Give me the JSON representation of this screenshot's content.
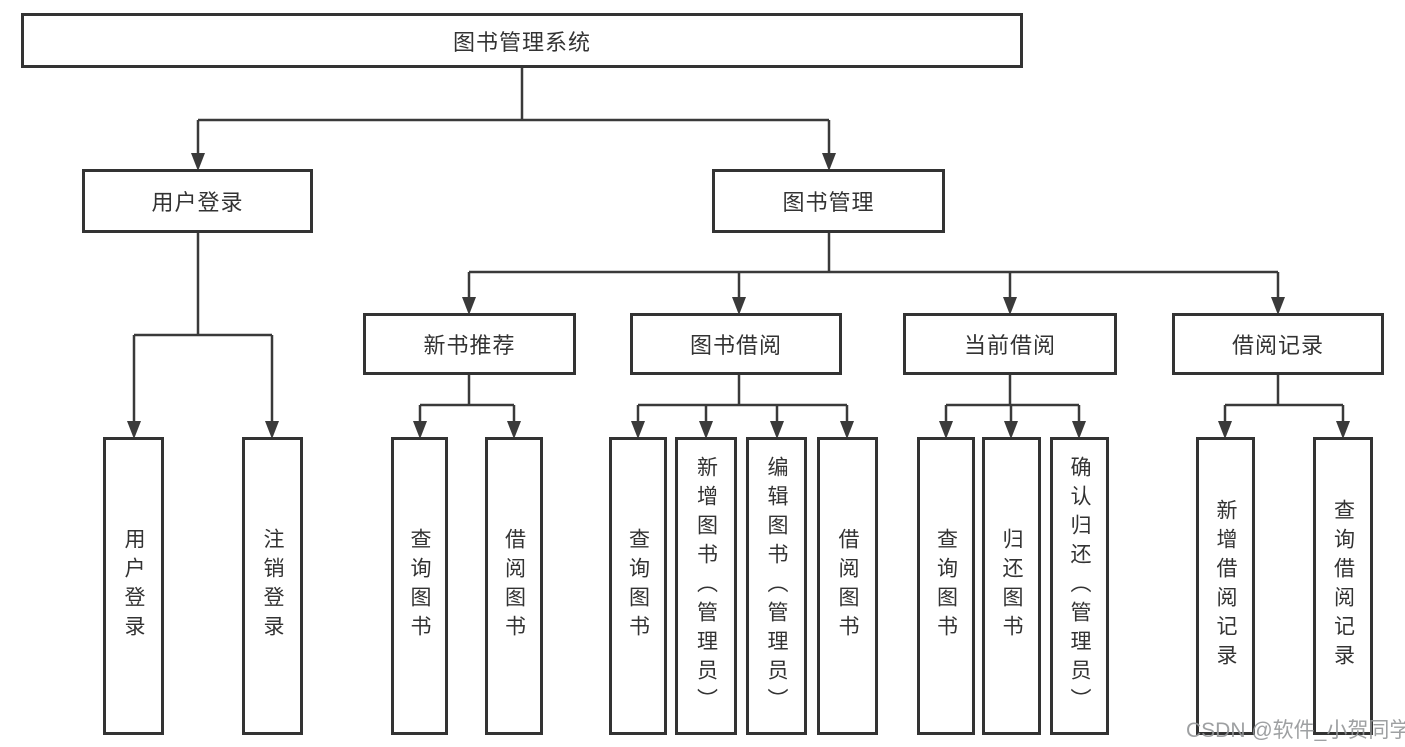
{
  "diagram": {
    "title": "图书管理系统",
    "nodes": {
      "root": "图书管理系统",
      "user_login": "用户登录",
      "book_mgmt": "图书管理",
      "new_book_rec": "新书推荐",
      "book_borrow": "图书借阅",
      "current_borrow": "当前借阅",
      "borrow_record": "借阅记录",
      "leaf_user_login": "用户登录",
      "leaf_logout": "注销登录",
      "leaf_query_book_a": "查询图书",
      "leaf_borrow_book_a": "借阅图书",
      "leaf_query_book_b": "查询图书",
      "leaf_add_book": "新增图书（管理员）",
      "leaf_edit_book": "编辑图书（管理员）",
      "leaf_borrow_book_b": "借阅图书",
      "leaf_query_book_c": "查询图书",
      "leaf_return_book": "归还图书",
      "leaf_confirm_return": "确认归还（管理员）",
      "leaf_add_record": "新增借阅记录",
      "leaf_query_record": "查询借阅记录"
    },
    "colors": {
      "line": "#3a3a3a",
      "text": "#333333",
      "background": "#ffffff",
      "watermark": "#949698"
    }
  },
  "watermark": {
    "text": "CSDN @软件_小贺同学"
  }
}
